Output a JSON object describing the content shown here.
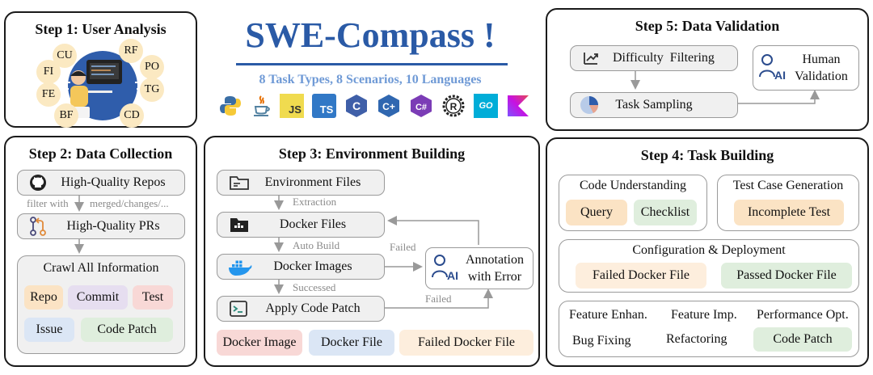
{
  "header": {
    "title": "SWE-Compass !",
    "subtitle": "8 Task Types, 8 Scenarios, 10 Languages",
    "languages": [
      "python-icon",
      "java-icon",
      "javascript-icon",
      "typescript-icon",
      "c-icon",
      "cpp-icon",
      "csharp-icon",
      "rust-icon",
      "go-icon",
      "kotlin-icon"
    ],
    "js_label": "JS",
    "ts_label": "TS",
    "c_label": "C",
    "cpp_label": "C+",
    "cs_label": "C#",
    "rust_label": "R",
    "go_label": "GO"
  },
  "step1": {
    "title": "Step 1: User Analysis",
    "chips": [
      "CU",
      "RF",
      "FI",
      "PO",
      "TG",
      "FE",
      "BF",
      "CD"
    ]
  },
  "step2": {
    "title": "Step 2: Data Collection",
    "repos": "High-Quality Repos",
    "filter_label": "filter with",
    "filter_detail": "merged/changes/...",
    "prs": "High-Quality PRs",
    "crawl_title": "Crawl All Information",
    "tags": [
      "Repo",
      "Commit",
      "Test",
      "Issue",
      "Code Patch"
    ]
  },
  "step3": {
    "title": "Step 3: Environment Building",
    "env_files": "Environment Files",
    "extraction": "Extraction",
    "docker_files": "Docker Files",
    "auto_build": "Auto Build",
    "docker_images": "Docker Images",
    "successed": "Successed",
    "apply_patch": "Apply Code Patch",
    "failed1": "Failed",
    "failed2": "Failed",
    "annotation_line1": "Annotation",
    "annotation_line2": "with Error",
    "legend": [
      "Docker Image",
      "Docker File",
      "Failed Docker File"
    ]
  },
  "step4": {
    "title": "Step 4: Task Building",
    "code_understanding": "Code Understanding",
    "query": "Query",
    "checklist": "Checklist",
    "test_case_gen": "Test Case Generation",
    "incomplete_test": "Incomplete Test",
    "config_deploy": "Configuration & Deployment",
    "failed_docker_file": "Failed Docker File",
    "passed_docker_file": "Passed Docker File",
    "feature_enhan": "Feature Enhan.",
    "feature_imp": "Feature Imp.",
    "performance_opt": "Performance Opt.",
    "bug_fixing": "Bug Fixing",
    "refactoring": "Refactoring",
    "code_patch": "Code Patch"
  },
  "step5": {
    "title": "Step 5: Data Validation",
    "difficulty": "Difficulty  Filtering",
    "task_sampling": "Task Sampling",
    "human_line1": "Human",
    "human_line2": "Validation"
  },
  "colors": {
    "title_blue": "#2a5aa6",
    "orange_tag": "#fbe3c4",
    "purple_tag": "#e6def0",
    "pink_tag": "#f8d8d6",
    "blue_tag": "#dbe6f5",
    "green_tag": "#dfeedd",
    "peach_tag": "#fdeedd",
    "chip": "#fbe9c2"
  }
}
